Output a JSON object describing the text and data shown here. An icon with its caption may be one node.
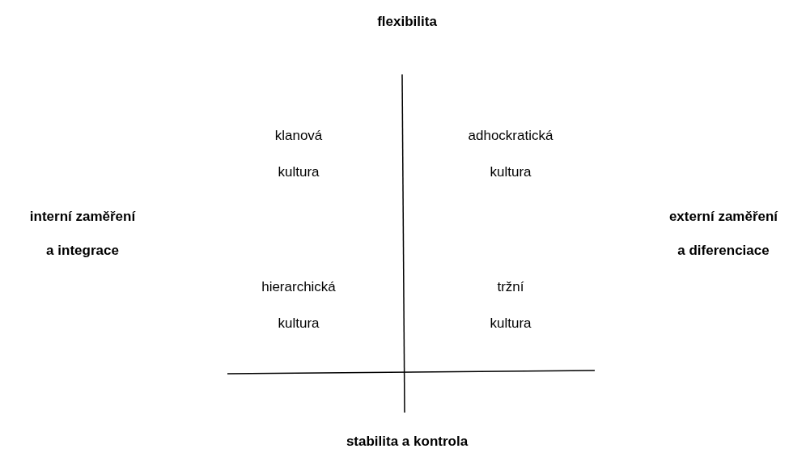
{
  "diagram": {
    "labels": [
      "flexibilita",
      "klanová kultura",
      "adhockratická kultura",
      "interní zaměření a integrace",
      "externí zaměření a diferenciace",
      "hierarchická kultura",
      "tržní kultura",
      "stabilita a kontrola"
    ]
  }
}
